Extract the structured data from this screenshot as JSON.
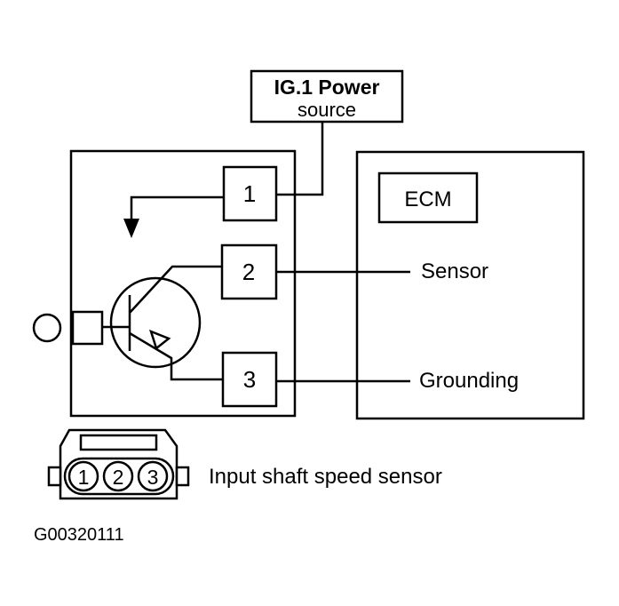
{
  "power": {
    "line1": "IG.1 Power",
    "line2": "source"
  },
  "ecm": {
    "label": "ECM"
  },
  "terminals": {
    "t1": "1",
    "t2": "2",
    "t3": "3"
  },
  "signals": {
    "sensor": "Sensor",
    "grounding": "Grounding"
  },
  "connector": {
    "pin1": "1",
    "pin2": "2",
    "pin3": "3"
  },
  "caption": "Input shaft speed sensor",
  "figure_id": "G00320111",
  "colors": {
    "ink": "#000000",
    "paper": "#ffffff"
  }
}
